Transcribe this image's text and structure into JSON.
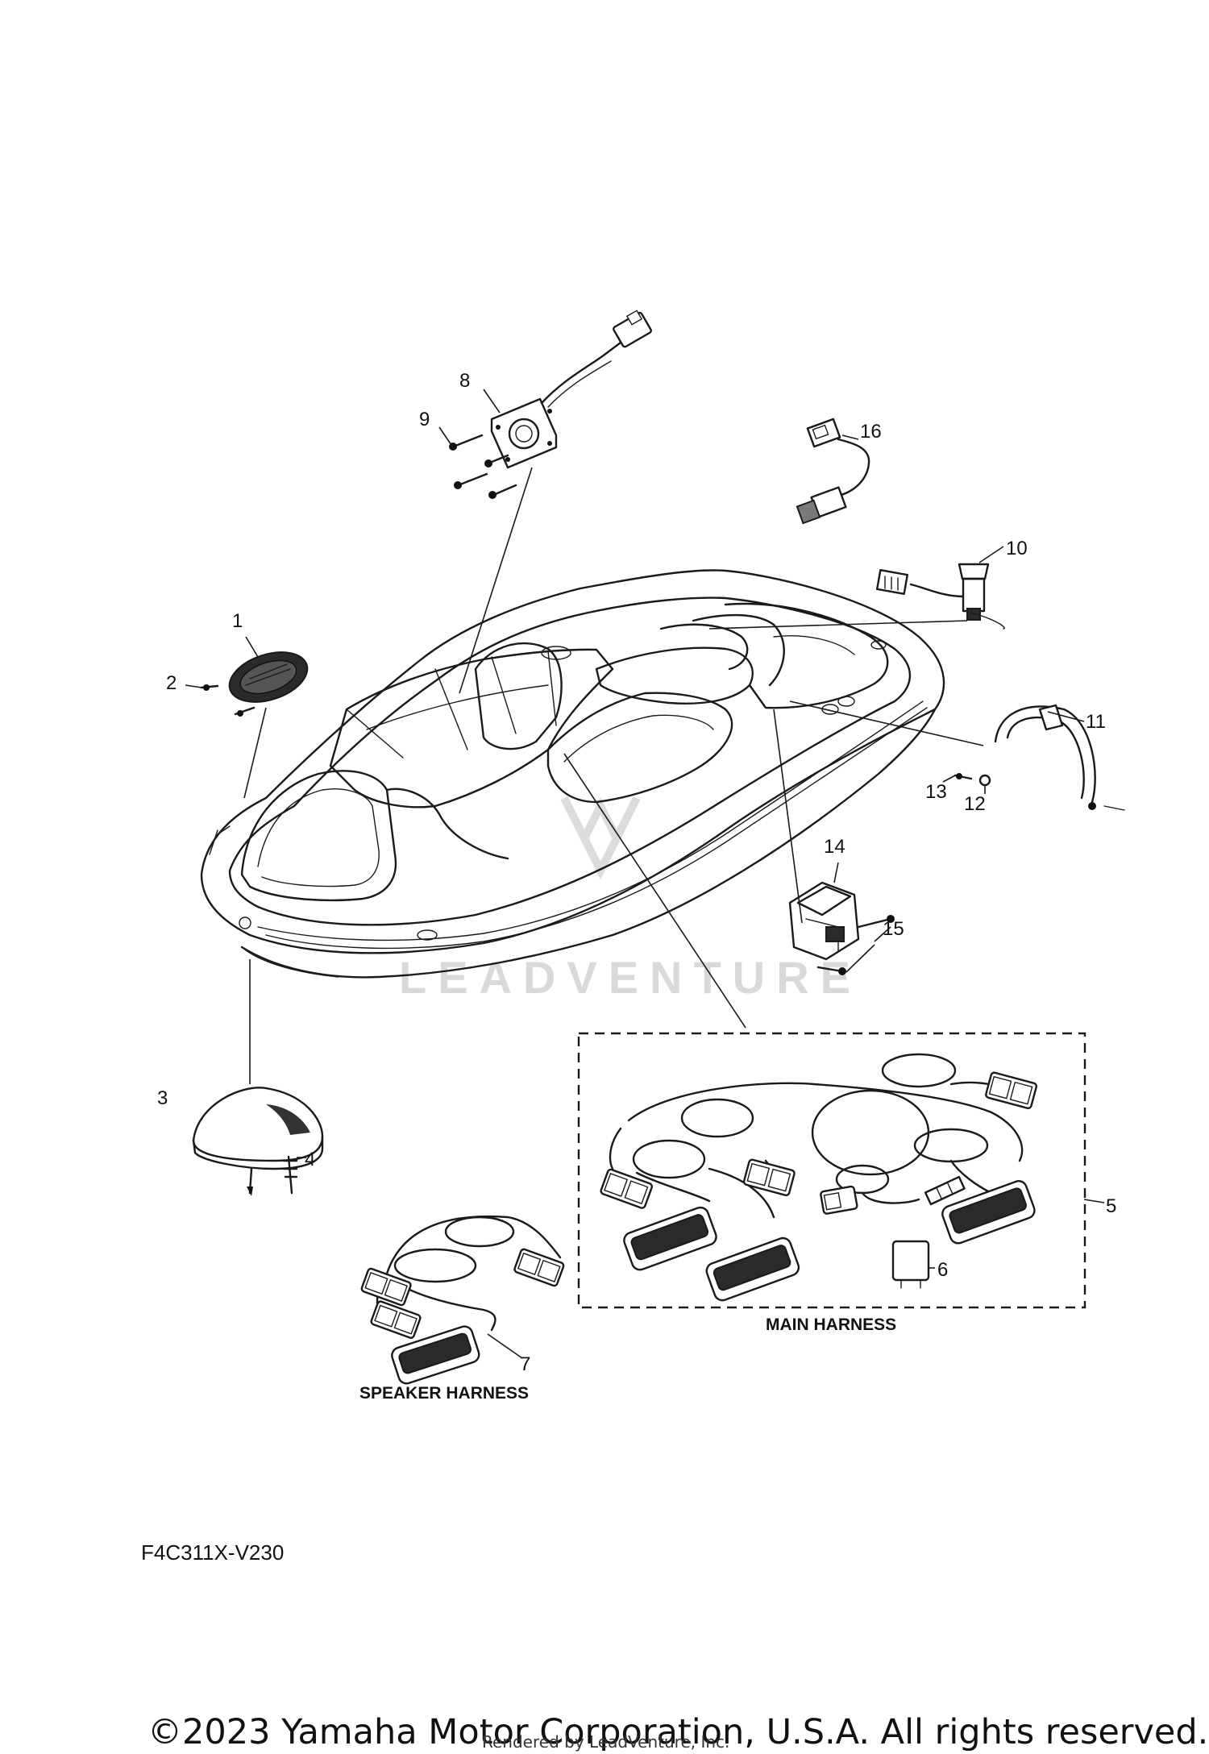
{
  "diagram": {
    "callouts": [
      "1",
      "2",
      "3",
      "4",
      "5",
      "6",
      "7",
      "8",
      "9",
      "10",
      "11",
      "12",
      "13",
      "14",
      "15",
      "16"
    ],
    "labels": {
      "main_harness": "MAIN HARNESS",
      "speaker_harness": "SPEAKER HARNESS"
    },
    "drawing_code": "F4C311X-V230",
    "watermark": "LEADVENTURE"
  },
  "footer": {
    "copyright": "©2023 Yamaha Motor Corporation, U.S.A. All rights reserved.",
    "rendered_by": "Rendered by LeadVenture, Inc."
  }
}
